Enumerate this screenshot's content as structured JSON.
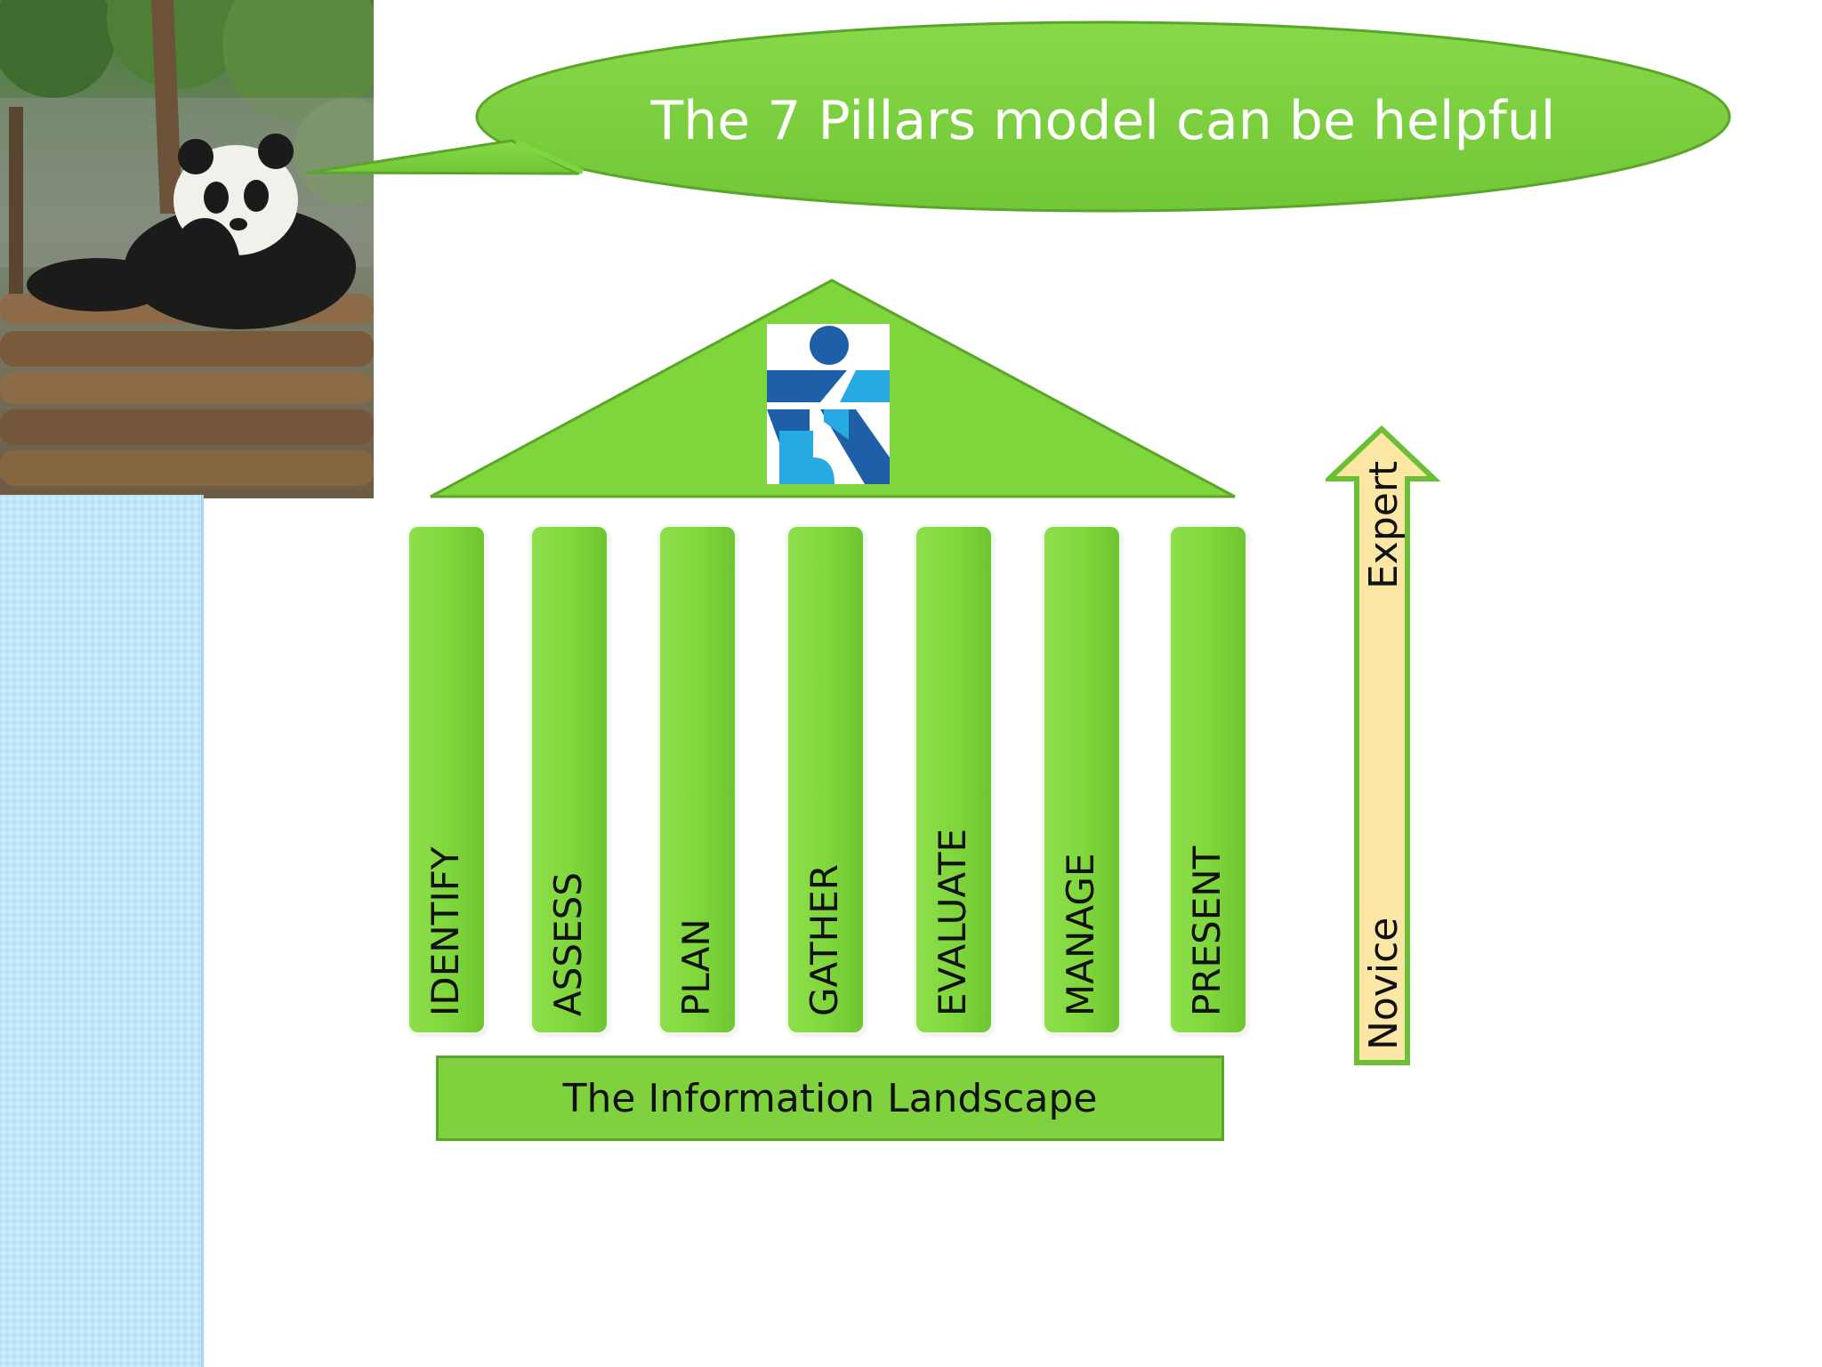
{
  "speech_bubble": {
    "text": "The 7 Pillars model can be helpful"
  },
  "pillars": [
    "IDENTIFY",
    "ASSESS",
    "PLAN",
    "GATHER",
    "EVALUATE",
    "MANAGE",
    "PRESENT"
  ],
  "base": {
    "label": "The Information Landscape"
  },
  "arrow": {
    "bottom_label": "Novice",
    "top_label": "Expert"
  },
  "colors": {
    "green": "#7ed63c",
    "green_dark": "#5aa52a",
    "arrow_fill": "#fbe7a3",
    "left_strip": "#bfe6f7",
    "logo_blue_dark": "#1f5fa8",
    "logo_blue_light": "#27a9e1"
  },
  "icons": {
    "logo": "sconul-person-logo",
    "photo": "panda-photo"
  }
}
